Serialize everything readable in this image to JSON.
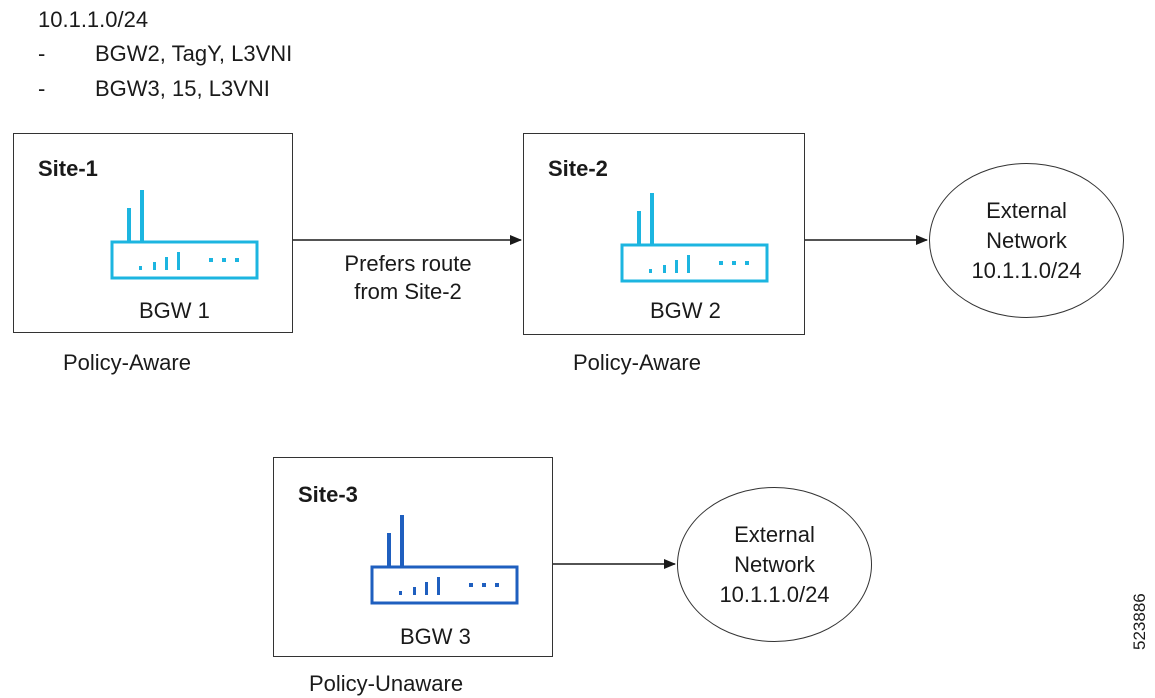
{
  "route_header": {
    "prefix": "10.1.1.0/24",
    "entries": [
      {
        "dash": "-",
        "text": "BGW2, TagY, L3VNI"
      },
      {
        "dash": "-",
        "text": "BGW3, 15, L3VNI"
      }
    ]
  },
  "sites": [
    {
      "label": "Site-1",
      "device": "BGW 1",
      "policy": "Policy-Aware",
      "icon_color": "#1cb5e0"
    },
    {
      "label": "Site-2",
      "device": "BGW 2",
      "policy": "Policy-Aware",
      "icon_color": "#1cb5e0"
    },
    {
      "label": "Site-3",
      "device": "BGW 3",
      "policy": "Policy-Unaware",
      "icon_color": "#1f5fbf"
    }
  ],
  "arrow_label": [
    "Prefers route",
    "from Site-2"
  ],
  "external_networks": [
    {
      "lines": [
        "External",
        "Network",
        "10.1.1.0/24"
      ]
    },
    {
      "lines": [
        "External",
        "Network",
        "10.1.1.0/24"
      ]
    }
  ],
  "figure_id": "523886"
}
